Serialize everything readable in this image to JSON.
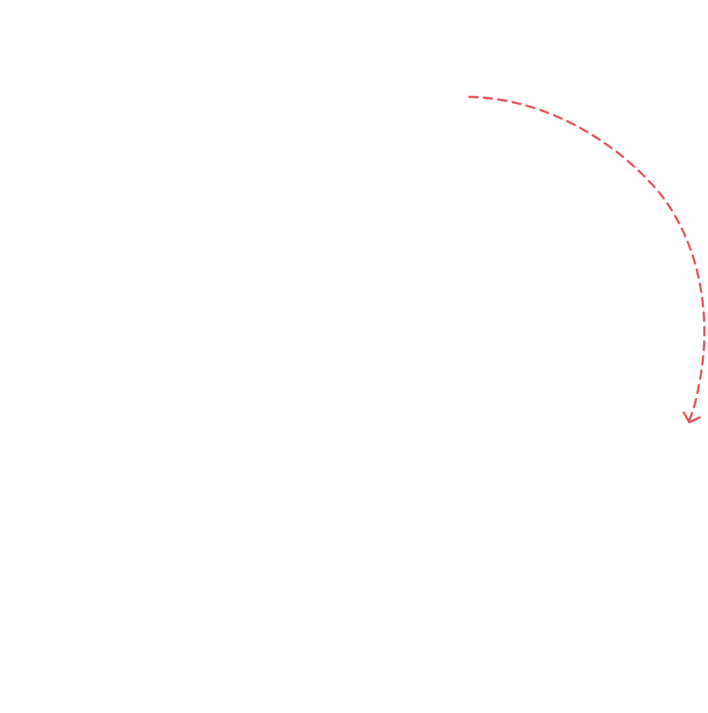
{
  "diagram": {
    "background_color": "#ffffff",
    "arrow": {
      "color": "#e8545a",
      "style": "dashed",
      "shape": "clockwise-curved-arrow",
      "head": "open-chevron"
    }
  }
}
